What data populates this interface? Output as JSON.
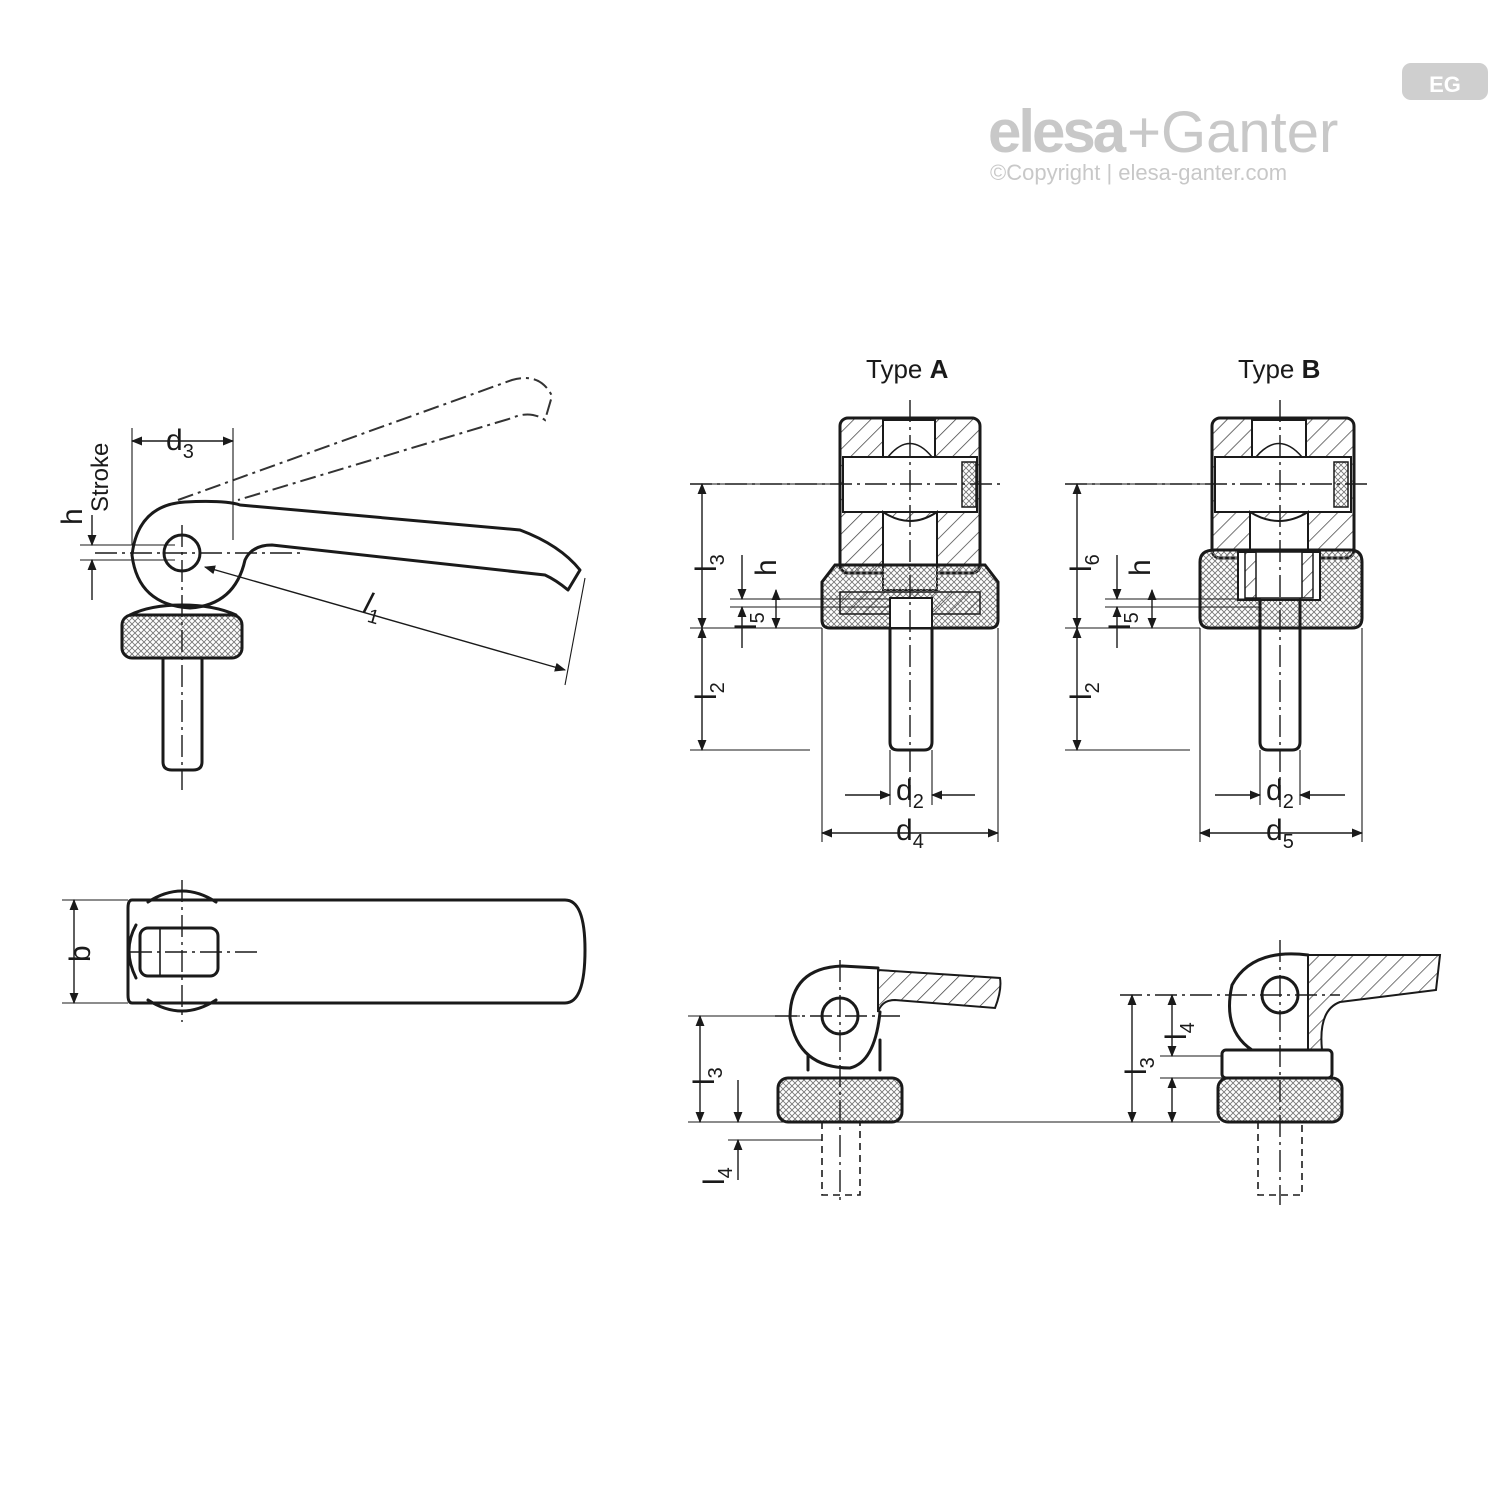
{
  "brand": {
    "part1": "elesa",
    "plus": "+",
    "part2": "Ganter",
    "badge": "EG",
    "copyright": "©Copyright | elesa-ganter.com",
    "color": "#c8c8c8"
  },
  "views": {
    "type_a": {
      "prefix": "Type ",
      "letter": "A"
    },
    "type_b": {
      "prefix": "Type ",
      "letter": "B"
    }
  },
  "labels": {
    "stroke": "Stroke",
    "l": "l",
    "d": "d",
    "h": "h",
    "b": "b",
    "s1": "1",
    "s2": "2",
    "s3": "3",
    "s4": "4",
    "s5": "5",
    "s6": "6"
  },
  "colors": {
    "line": "#1a1a1a",
    "hatch": "#555555"
  }
}
